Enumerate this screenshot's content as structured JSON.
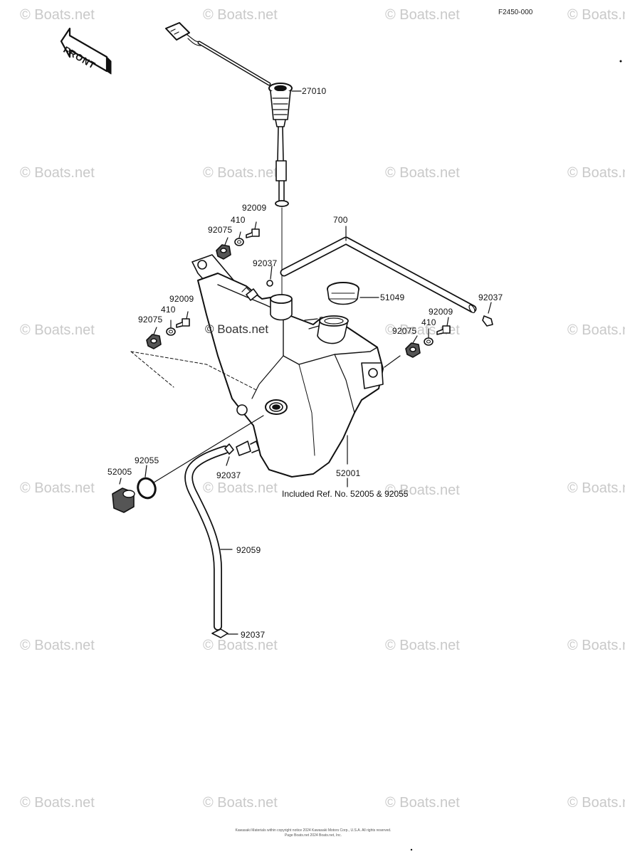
{
  "diagram_code": "F2450-000",
  "front_label": "FRONT",
  "watermark": "© Boats.net",
  "center_watermark": "© Boats.net",
  "parts": {
    "p27010": "27010",
    "p700": "700",
    "p92009_top": "92009",
    "p410_top": "410",
    "p92075_top": "92075",
    "p92037_center": "92037",
    "p51049": "51049",
    "p92037_right": "92037",
    "p92009_left": "92009",
    "p410_left": "410",
    "p92075_left": "92075",
    "p92009_right": "92009",
    "p410_right": "410",
    "p92075_right": "92075",
    "p92055": "92055",
    "p52005": "52005",
    "p92037_lower": "92037",
    "p52001": "52001",
    "p92059": "92059",
    "p92037_bottom": "92037"
  },
  "included_note": "Included Ref. No. 52005 & 92055",
  "copyright_line1": "Kawasaki Materials within copyright notice 2024 Kawasaki Motors Corp., U.S.A. All rights reserved.",
  "copyright_line2": "Page Boats.net 2024 Boats.net, Inc."
}
